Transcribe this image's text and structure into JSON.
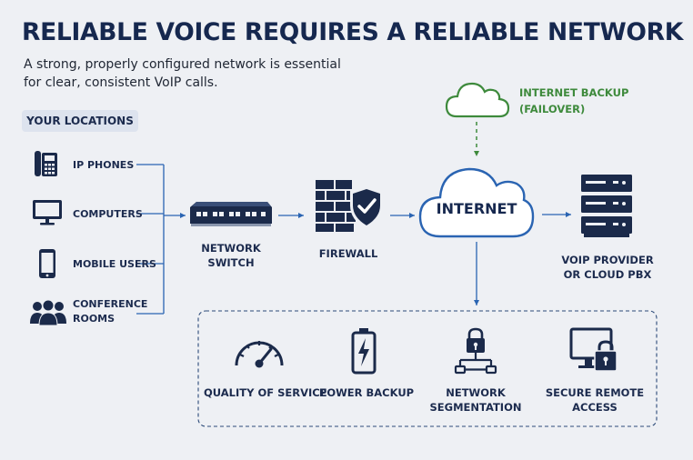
{
  "title": "RELIABLE VOICE REQUIRES A RELIABLE NETWORK",
  "subtitle_line1": "A strong, properly configured network is essential",
  "subtitle_line2": "for clear, consistent VoIP calls.",
  "locations_label": "YOUR LOCATIONS",
  "devices": [
    {
      "line1": "IP PHONES",
      "line2": "",
      "icon": "phone-icon"
    },
    {
      "line1": "COMPUTERS",
      "line2": "",
      "icon": "monitor-icon"
    },
    {
      "line1": "MOBILE USERS",
      "line2": "",
      "icon": "mobile-icon"
    },
    {
      "line1": "CONFERENCE",
      "line2": "ROOMS",
      "icon": "group-icon"
    }
  ],
  "network_switch": {
    "line1": "NETWORK",
    "line2": "SWITCH",
    "icon": "switch-icon"
  },
  "firewall": {
    "label": "FIREWALL",
    "icon": "firewall-shield-icon"
  },
  "internet": {
    "label": "INTERNET",
    "icon": "cloud-icon"
  },
  "backup": {
    "line1": "INTERNET BACKUP",
    "line2": "(FAILOVER)",
    "icon": "backup-cloud-icon"
  },
  "provider": {
    "line1": "VOIP PROVIDER",
    "line2": "OR CLOUD PBX",
    "icon": "server-icon"
  },
  "features": [
    {
      "line1": "QUALITY OF SERVICE",
      "line2": "",
      "icon": "gauge-icon"
    },
    {
      "line1": "POWER BACKUP",
      "line2": "",
      "icon": "battery-icon"
    },
    {
      "line1": "NETWORK",
      "line2": "SEGMENTATION",
      "icon": "lock-network-icon"
    },
    {
      "line1": "SECURE REMOTE",
      "line2": "ACCESS",
      "icon": "secure-monitor-icon"
    }
  ],
  "colors": {
    "navy": "#16284f",
    "blue": "#2a64b2",
    "green": "#3e8a3c",
    "background": "#eef0f4"
  }
}
